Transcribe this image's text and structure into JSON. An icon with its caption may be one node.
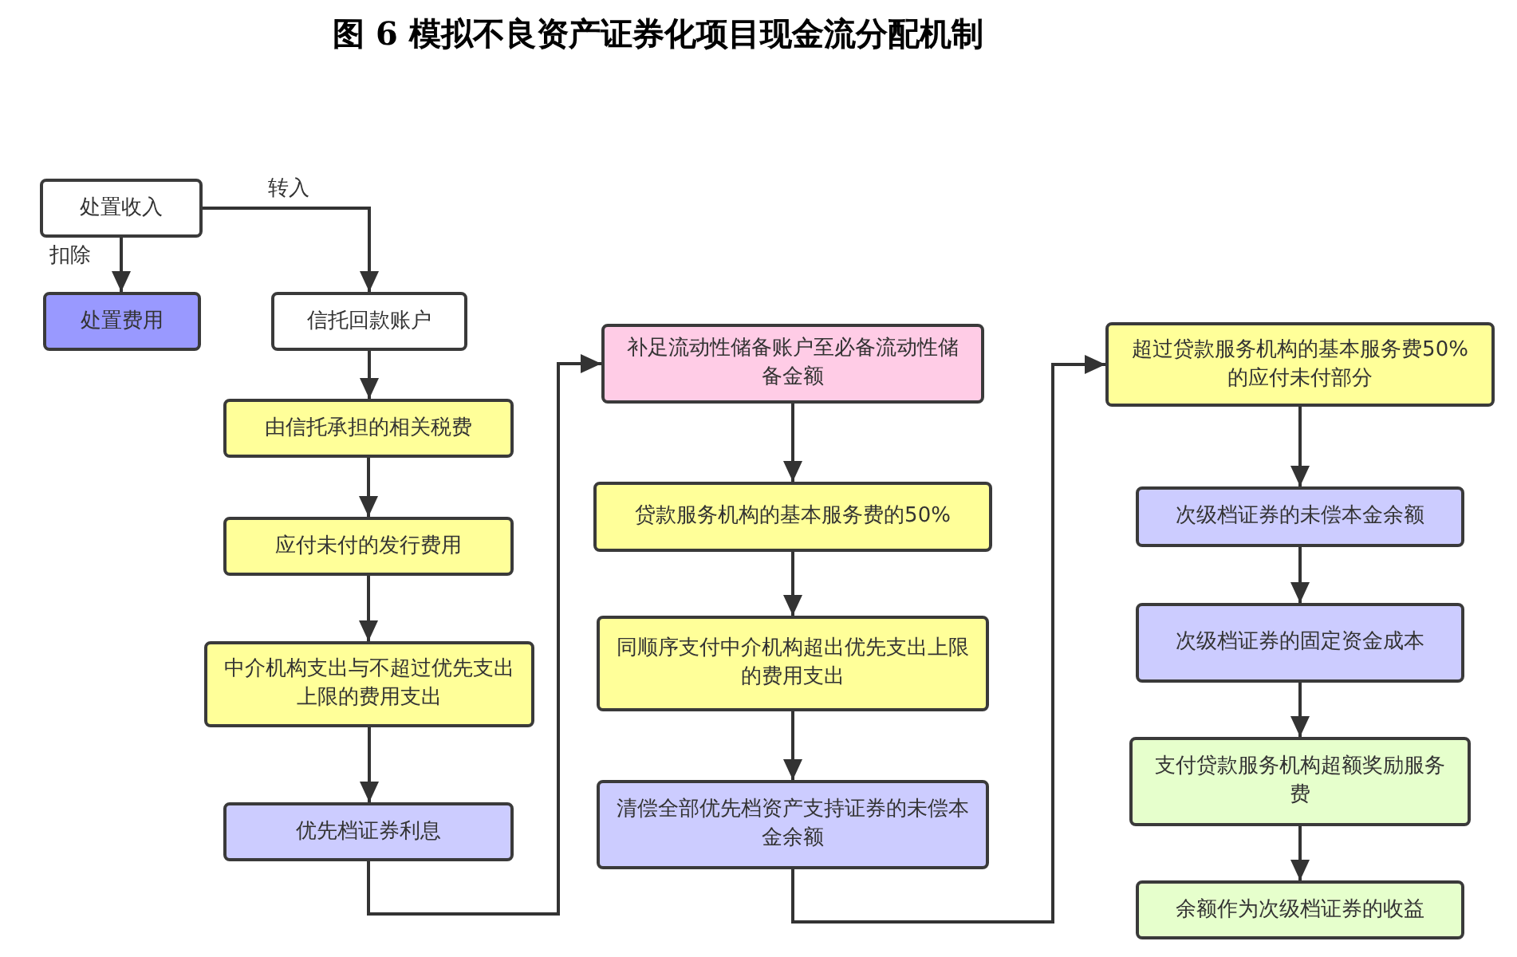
{
  "diagram": {
    "title": "图 6  模拟不良资产证券化项目现金流分配机制",
    "nodes": [
      {
        "text": [
          "处置收入"
        ]
      },
      {
        "text": [
          "处置费用"
        ]
      },
      {
        "text": [
          "信托回款账户"
        ]
      },
      {
        "text": [
          "由信托承担的相关税费"
        ]
      },
      {
        "text": [
          "应付未付的发行费用"
        ]
      },
      {
        "text": [
          "中介机构支出与不超过优先支出上限的费用支出"
        ]
      },
      {
        "text": [
          "优先档证券利息"
        ]
      },
      {
        "text": [
          "补足流动性储备账户至必备流动性储备金额"
        ]
      },
      {
        "text": [
          "贷款服务机构的基本服务费的50%"
        ]
      },
      {
        "text": [
          "同顺序支付中介机构超出优先支出上限的费用支出"
        ]
      },
      {
        "text": [
          "清偿全部优先档资产支持证券的未偿本金余额"
        ]
      },
      {
        "text": [
          "超过贷款服务机构的基本服务费50%的应付未付部分"
        ]
      },
      {
        "text": [
          "次级档证券的未偿本金余额"
        ]
      },
      {
        "text": [
          "次级档证券的固定资金成本"
        ]
      },
      {
        "text": [
          "支付贷款服务机构超额奖励服务费"
        ]
      },
      {
        "text": [
          "余额作为次级档证券的收益"
        ]
      }
    ],
    "edges": [
      {
        "from": 0,
        "to": 1,
        "arrow": "to",
        "label": "扣除"
      },
      {
        "from": 0,
        "to": 2,
        "arrow": "to",
        "label": "转入"
      },
      {
        "from": 2,
        "to": 3,
        "arrow": "to"
      },
      {
        "from": 3,
        "to": 4,
        "arrow": "to"
      },
      {
        "from": 4,
        "to": 5,
        "arrow": "to"
      },
      {
        "from": 5,
        "to": 6,
        "arrow": "to"
      },
      {
        "from": 6,
        "to": 7,
        "arrow": "to"
      },
      {
        "from": 7,
        "to": 8,
        "arrow": "to"
      },
      {
        "from": 8,
        "to": 9,
        "arrow": "to"
      },
      {
        "from": 9,
        "to": 10,
        "arrow": "to"
      },
      {
        "from": 10,
        "to": 11,
        "arrow": "to"
      },
      {
        "from": 11,
        "to": 12,
        "arrow": "to"
      },
      {
        "from": 12,
        "to": 13,
        "arrow": "to"
      },
      {
        "from": 13,
        "to": 14,
        "arrow": "to"
      },
      {
        "from": 14,
        "to": 15,
        "arrow": "to"
      }
    ]
  }
}
